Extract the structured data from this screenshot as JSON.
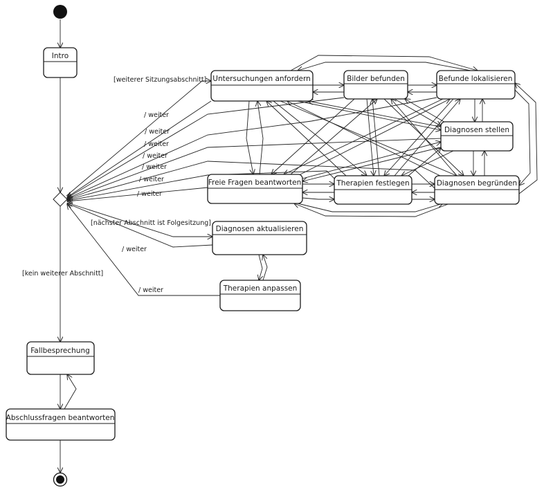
{
  "states": {
    "intro": "Intro",
    "untersuchungen": "Untersuchungen anfordern",
    "bilder": "Bilder befunden",
    "befunde": "Befunde lokalisieren",
    "diag_stellen": "Diagnosen stellen",
    "freie_fragen": "Freie Fragen beantworten",
    "therapien_festlegen": "Therapien festlegen",
    "diag_begruenden": "Diagnosen begründen",
    "diag_aktualisieren": "Diagnosen aktualisieren",
    "therapien_anpassen": "Therapien anpassen",
    "fallbesprechung": "Fallbesprechung",
    "abschlussfragen": "Abschlussfragen beantworten"
  },
  "guards": {
    "weiterer_abschnitt": "[weiterer Sitzungsabschnitt]",
    "folgesitzung": "[nächster Abschnitt ist Folgesitzung]",
    "kein_weiterer": "[kein weiterer Abschnitt]"
  },
  "actions": {
    "weiter": "/ weiter"
  }
}
